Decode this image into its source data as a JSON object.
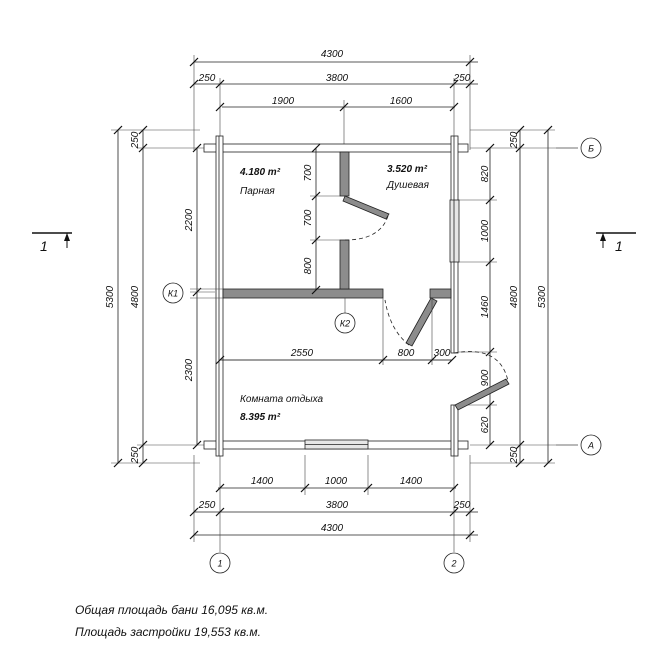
{
  "dimensions": {
    "top_total": "4300",
    "top_left_wall": "250",
    "top_inner": "3800",
    "top_right_wall": "250",
    "top_room1": "1900",
    "top_room2": "1600",
    "bottom_seg1": "1400",
    "bottom_window": "1000",
    "bottom_seg3": "1400",
    "bottom_left_wall": "250",
    "bottom_inner": "3800",
    "bottom_right_wall": "250",
    "bottom_total": "4300",
    "left_outer": "5300",
    "left_inner": "4800",
    "left_top_wall": "250",
    "left_room_top": "2200",
    "left_room_bottom": "2300",
    "left_bottom_wall": "250",
    "mid_door1": "700",
    "mid_wall": "700",
    "mid_door2": "800",
    "right_seg1": "820",
    "right_window": "1000",
    "right_seg3": "1460",
    "right_door": "900",
    "right_seg5": "620",
    "right_top_wall": "250",
    "right_bottom_wall": "250",
    "right_inner": "4800",
    "right_outer": "5300",
    "rest_width": "2550",
    "rest_door": "800",
    "rest_jamb": "300"
  },
  "rooms": {
    "steam_area": "4.180 m²",
    "steam_name": "Парная",
    "shower_area": "3.520 m²",
    "shower_name": "Душевая",
    "rest_name": "Комната отдыха",
    "rest_area": "8.395 m²"
  },
  "markers": {
    "k1": "К1",
    "k2": "К2",
    "axis_b": "Б",
    "axis_a": "А",
    "axis_1": "1",
    "axis_2": "2",
    "section_left": "1",
    "section_right": "1"
  },
  "notes": {
    "total_area": "Общая площадь бани 16,095 кв.м.",
    "build_area": "Площадь застройки 19,553 кв.м."
  }
}
